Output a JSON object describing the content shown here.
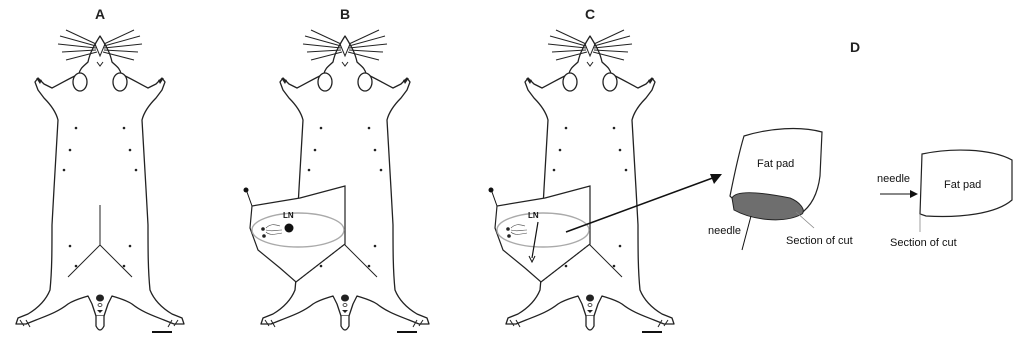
{
  "panels": {
    "a": {
      "label": "A"
    },
    "b": {
      "label": "B",
      "node_label": "LN"
    },
    "c": {
      "label": "C",
      "node_label": "LN"
    },
    "d": {
      "label": "D"
    }
  },
  "excised_tissue": {
    "fat_pad_label": "Fat pad",
    "needle_label": "needle",
    "section_label": "Section of cut"
  },
  "side_view": {
    "fat_pad_label": "Fat pad",
    "needle_label": "needle",
    "section_label": "Section of cut"
  },
  "colors": {
    "line": "#222222",
    "cut_section": "#6e6e6e",
    "ellipse": "#aaaaaa"
  }
}
